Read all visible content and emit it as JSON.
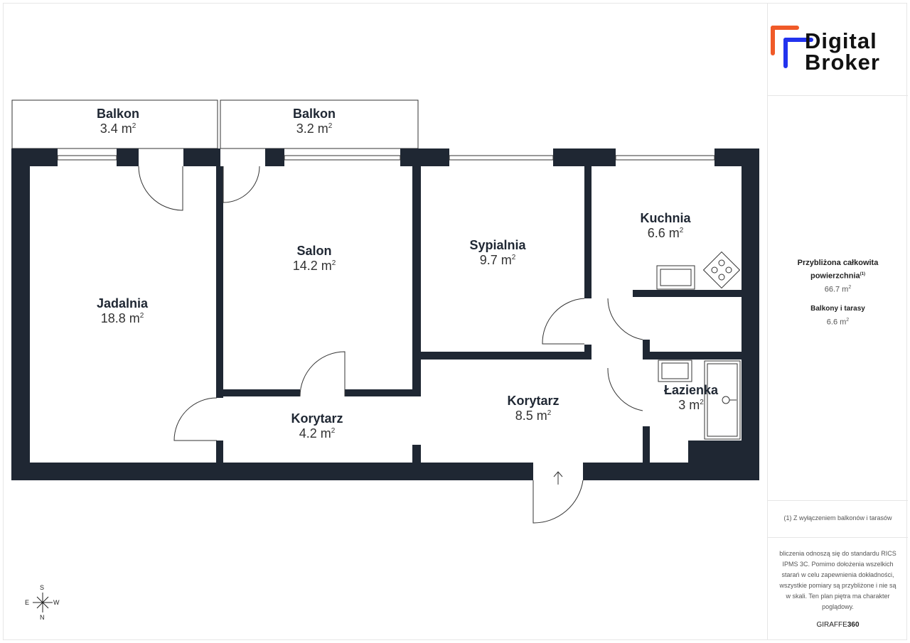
{
  "brand": {
    "line1": "Digital",
    "line2": "Broker",
    "colors": {
      "orange": "#f05a28",
      "blue": "#2233ee"
    }
  },
  "rooms": [
    {
      "name": "Balkon",
      "area": "3.4 m",
      "sup": "2"
    },
    {
      "name": "Balkon",
      "area": "3.2 m",
      "sup": "2"
    },
    {
      "name": "Jadalnia",
      "area": "18.8 m",
      "sup": "2"
    },
    {
      "name": "Salon",
      "area": "14.2 m",
      "sup": "2"
    },
    {
      "name": "Sypialnia",
      "area": "9.7 m",
      "sup": "2"
    },
    {
      "name": "Kuchnia",
      "area": "6.6 m",
      "sup": "2"
    },
    {
      "name": "Korytarz",
      "area": "4.2 m",
      "sup": "2"
    },
    {
      "name": "Korytarz",
      "area": "8.5 m",
      "sup": "2"
    },
    {
      "name": "Łazienka",
      "area": "3 m",
      "sup": "2"
    }
  ],
  "summary": {
    "total_label": "Przybliżona całkowita powierzchnia",
    "total_footnote": "(1)",
    "total_value": "66.7 m",
    "total_sup": "2",
    "balcony_label": "Balkony i tarasy",
    "balcony_value": "6.6 m",
    "balcony_sup": "2"
  },
  "footnote": "(1) Z wyłączeniem balkonów i tarasów",
  "disclaimer": "bliczenia odnoszą się do standardu RICS IPMS 3C. Pomimo dołożenia wszelkich starań w celu zapewnienia dokładności, wszystkie pomiary są przybliżone i nie są w skali. Ten plan piętra ma charakter poglądowy.",
  "credit": {
    "a": "GIRAFFE",
    "b": "360"
  },
  "compass": {
    "n": "N",
    "s": "S",
    "e": "E",
    "w": "W"
  },
  "wall_color": "#1f2733"
}
